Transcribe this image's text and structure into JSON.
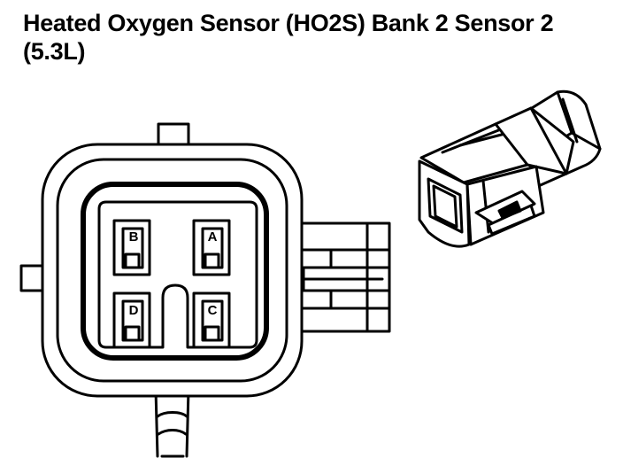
{
  "title": {
    "line1": "Heated Oxygen Sensor (HO2S) Bank 2 Sensor 2",
    "line2": "(5.3L)"
  },
  "connector": {
    "pins": [
      {
        "id": "A",
        "label": "A"
      },
      {
        "id": "B",
        "label": "B"
      },
      {
        "id": "C",
        "label": "C"
      },
      {
        "id": "D",
        "label": "D"
      }
    ]
  },
  "colors": {
    "stroke": "#000000",
    "background": "#ffffff"
  }
}
